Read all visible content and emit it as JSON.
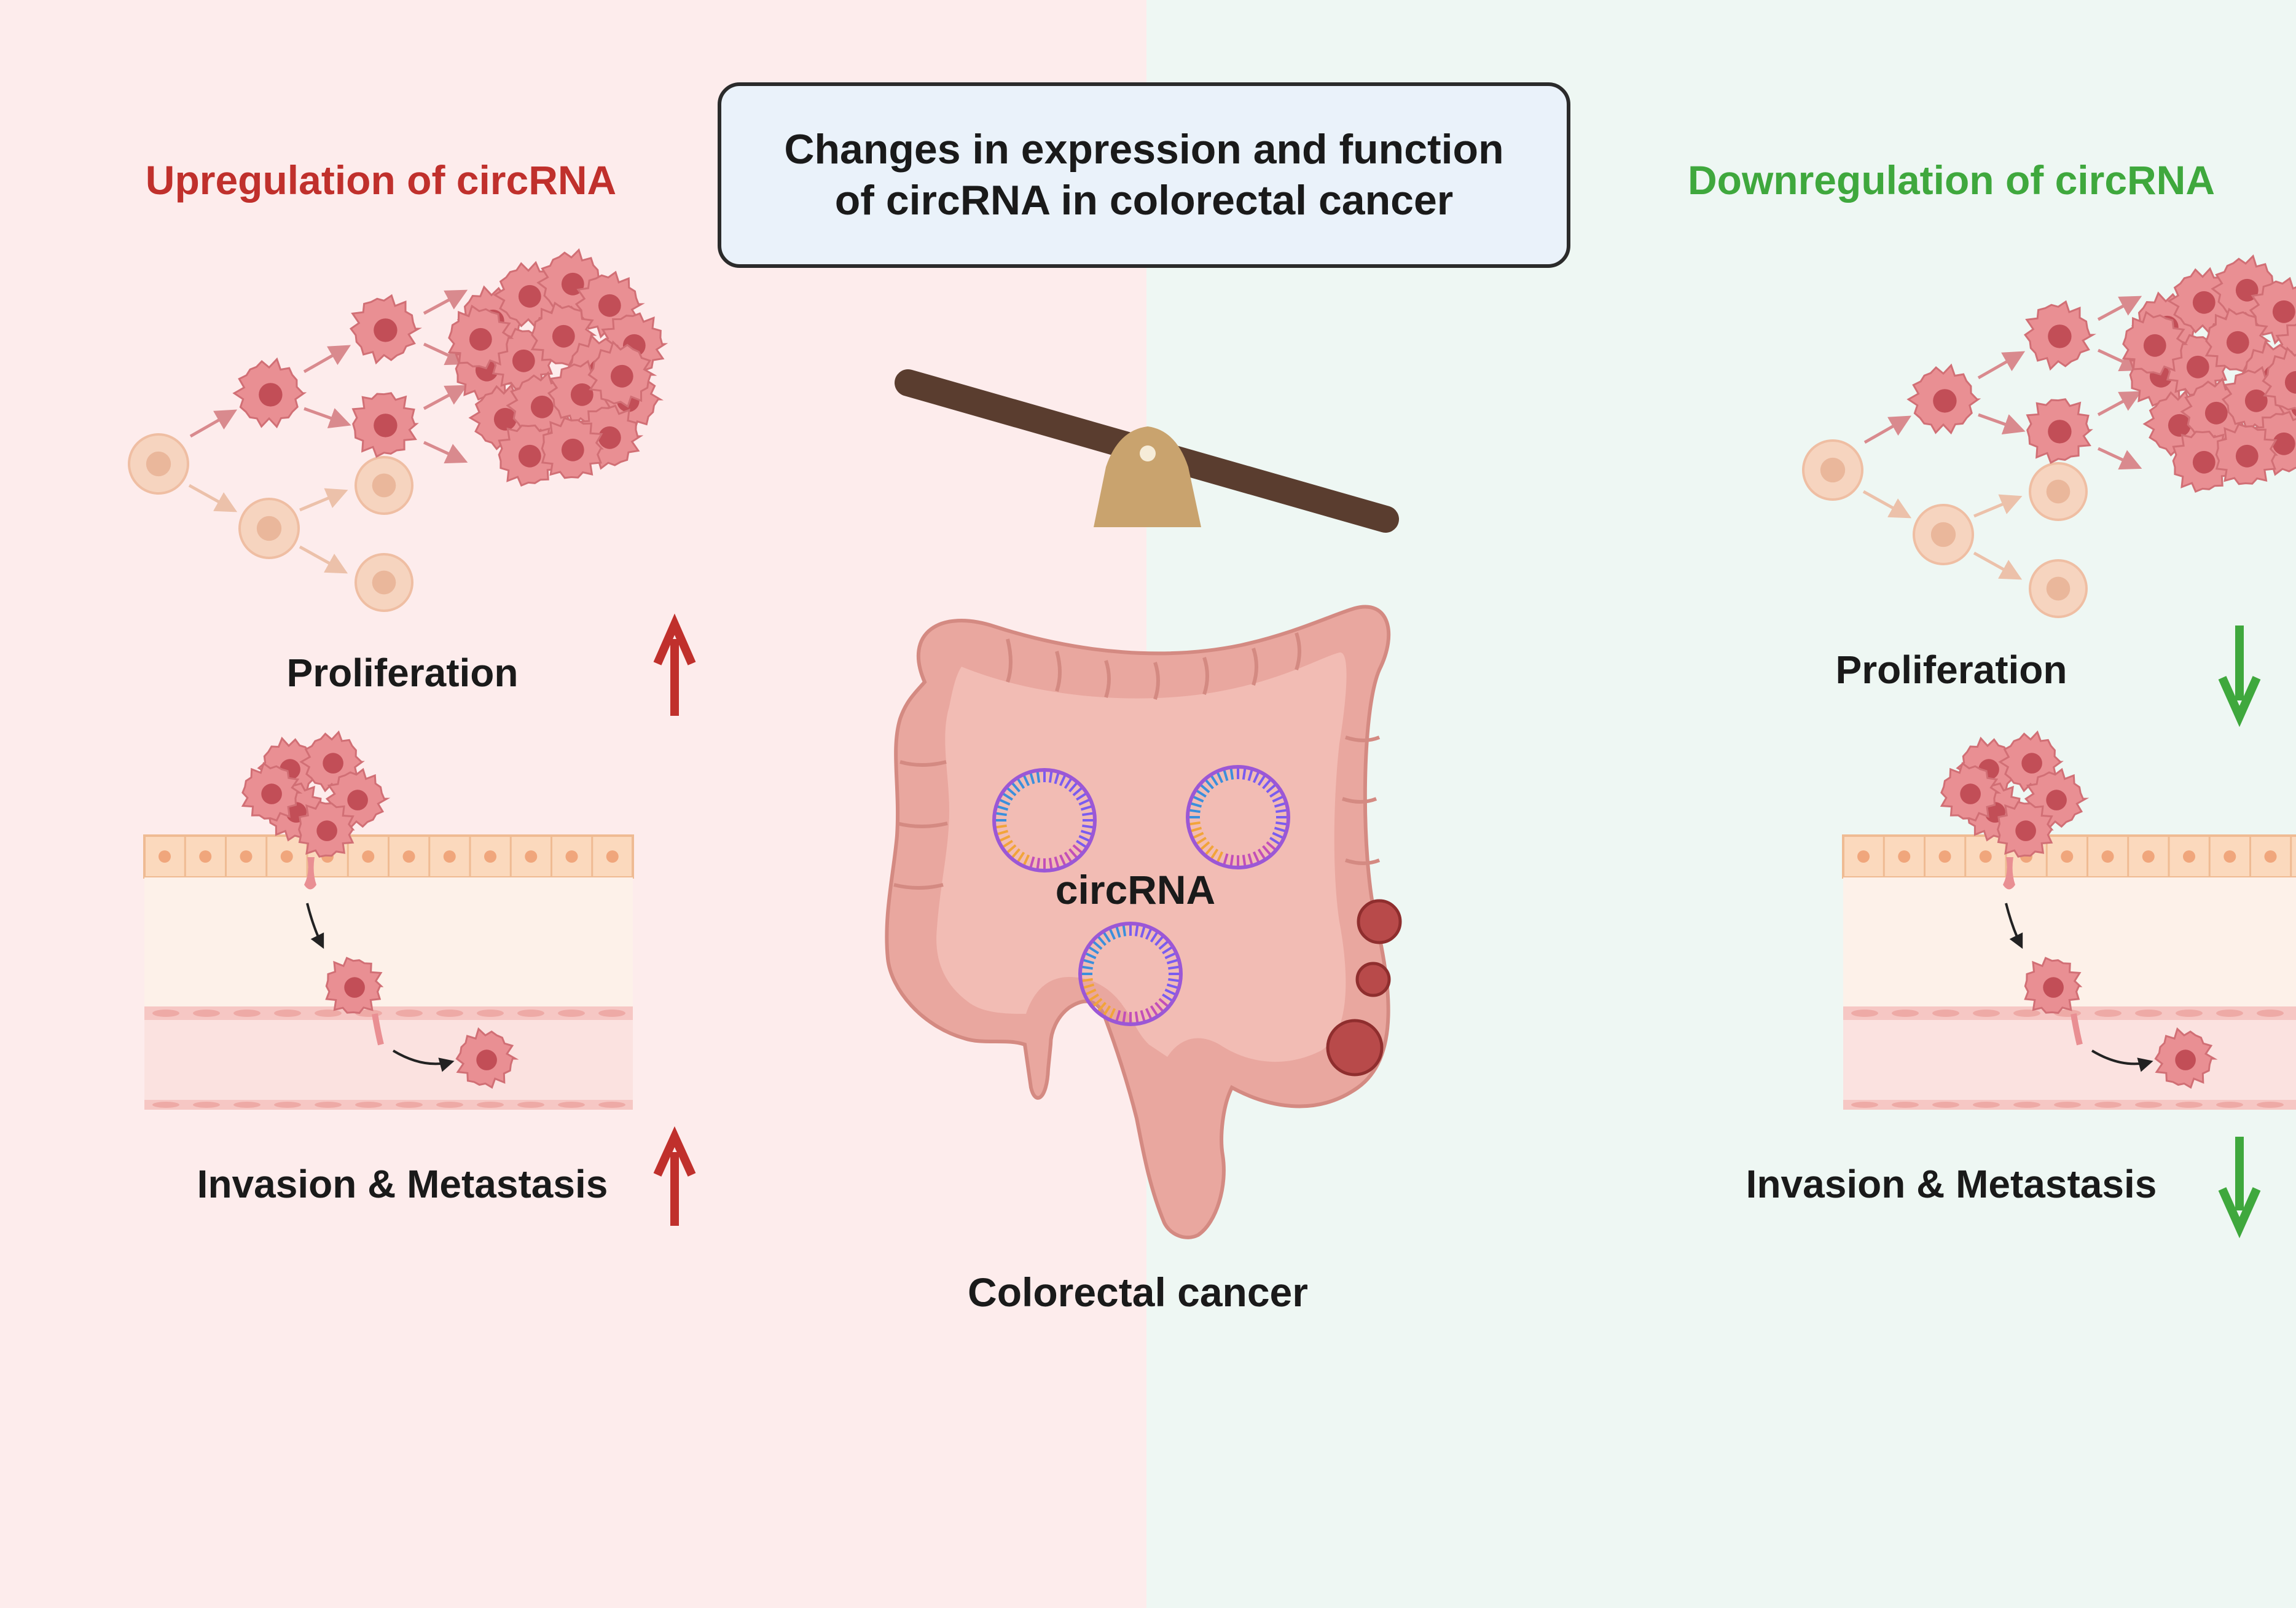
{
  "title": {
    "line1": "Changes in expression and function",
    "line2": "of circRNA in colorectal cancer"
  },
  "left": {
    "heading": "Upregulation of circRNA",
    "proliferation": "Proliferation",
    "invasion": "Invasion & Metastasis",
    "direction": "up",
    "color": "#c0302c"
  },
  "right": {
    "heading": "Downregulation of circRNA",
    "proliferation": "Proliferation",
    "invasion": "Invasion & Metastasis",
    "direction": "down",
    "color": "#3fa83d"
  },
  "center": {
    "circ_label": "circRNA",
    "organ_label": "Colorectal cancer"
  },
  "colors": {
    "left_bg": "#fdecec",
    "right_bg": "#eef7f3",
    "cancer_cell": "#e98f93",
    "normal_cell": "#f6d4bf",
    "colon": "#e9a79f",
    "seesaw_beam": "#5a3d2f",
    "seesaw_base": "#c9a36e"
  }
}
